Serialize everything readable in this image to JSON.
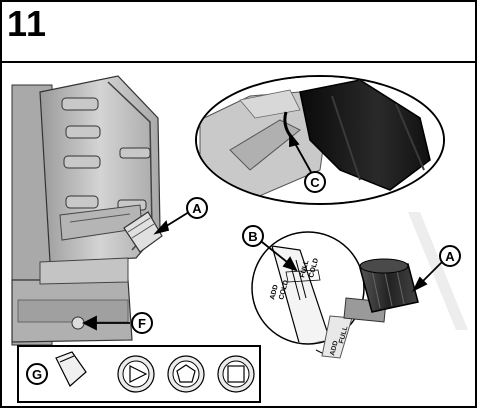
{
  "step_number": "11",
  "callouts": {
    "A1": "A",
    "A2": "A",
    "B": "B",
    "C": "C",
    "F": "F",
    "G": "G"
  },
  "dipstick_marks": {
    "add": "ADD",
    "full": "FULL",
    "cold": "COLD"
  },
  "colors": {
    "frame": "#000000",
    "engine_shade": "#bfbfbf",
    "cap_black": "#1a1a1a",
    "callout_fill": "#ffffff"
  }
}
